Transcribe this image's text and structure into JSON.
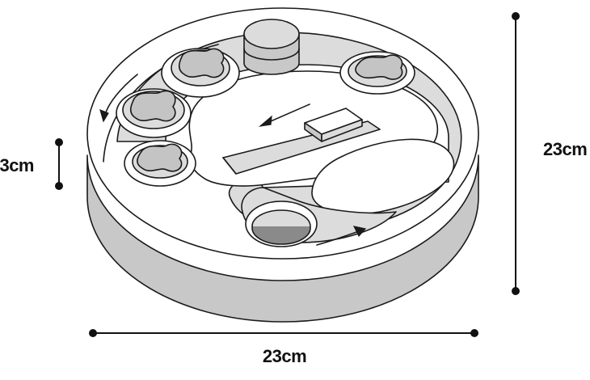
{
  "dimensions": {
    "height_label": "3cm",
    "depth_label": "23cm",
    "width_label": "23cm"
  },
  "colors": {
    "outline": "#1a1a1a",
    "top_face": "#ffffff",
    "side_face": "#c8c8c8",
    "recess": "#dcdcdc",
    "treat_cover": "#c4c4c4",
    "hole": "#8a8a8a",
    "dimension_line": "#111111"
  },
  "icons": {
    "arrows": [
      "curved-arrow-left-icon",
      "slide-direction-arrow-icon",
      "curved-arrow-bottom-icon"
    ]
  }
}
